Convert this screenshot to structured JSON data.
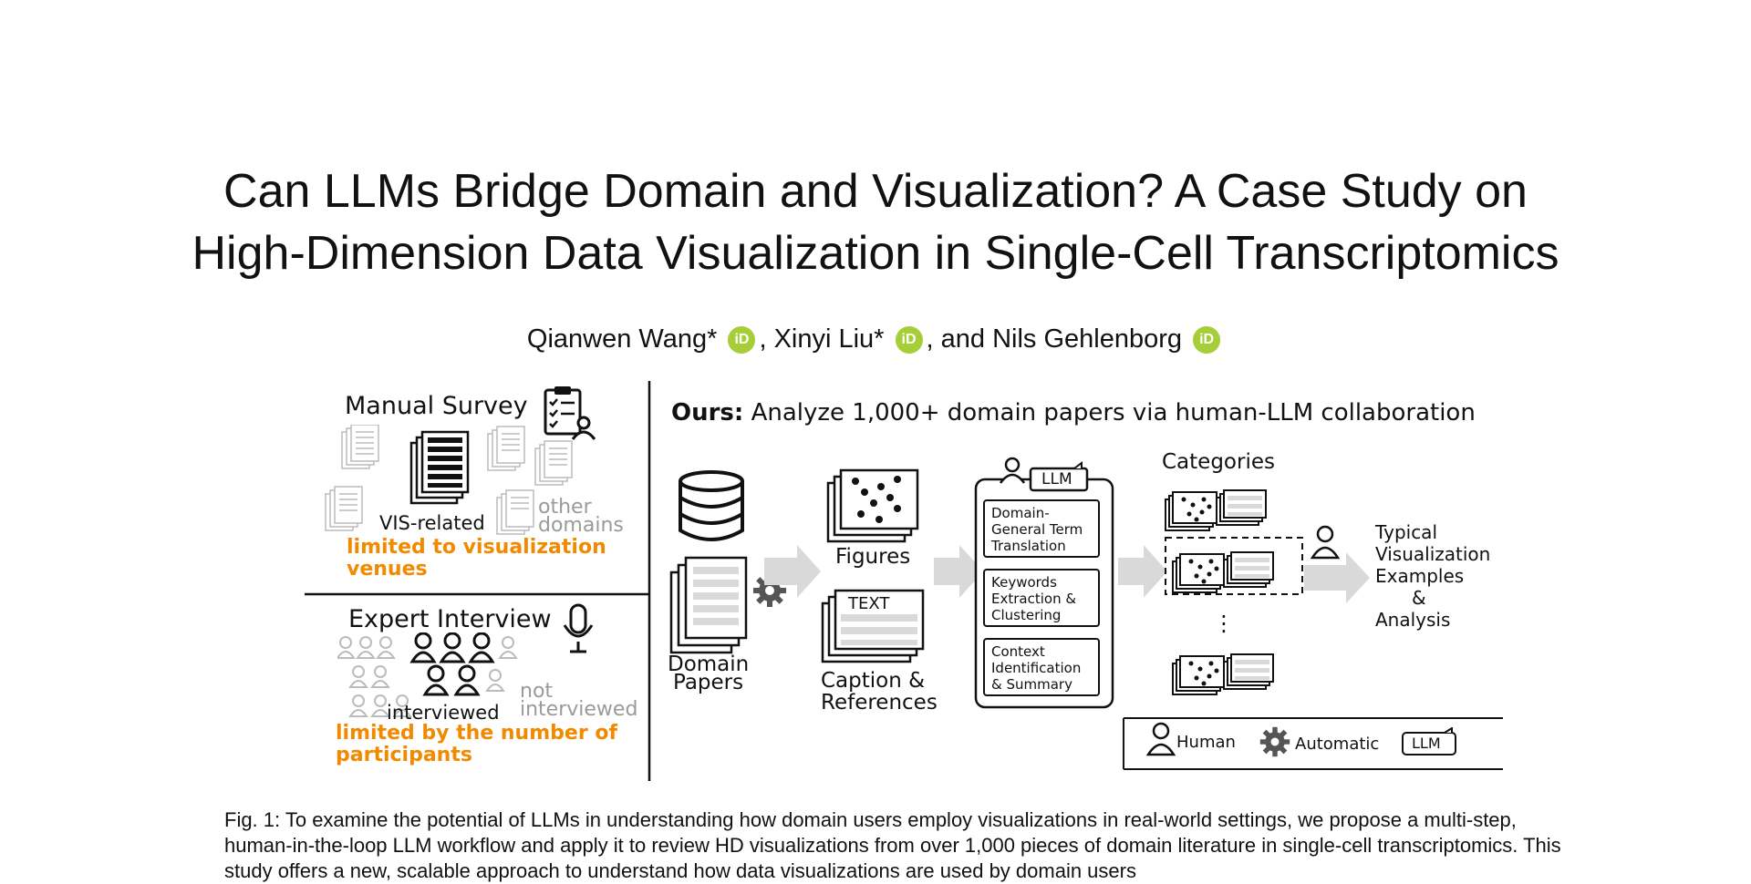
{
  "title_line1": "Can LLMs Bridge Domain and Visualization? A Case Study on",
  "title_line2": "High-Dimension Data Visualization in Single-Cell Transcriptomics",
  "authors": {
    "a1": "Qianwen Wang*",
    "a2": ", Xinyi Liu*",
    "a3": ", and Nils Gehlenborg",
    "orcid_glyph": "iD"
  },
  "figure": {
    "left": {
      "manual_survey": "Manual Survey",
      "vis_related": "VIS-related",
      "other_domains_1": "other",
      "other_domains_2": "domains",
      "limit1_l1": "limited to visualization",
      "limit1_l2": "venues",
      "expert_interview": "Expert Interview",
      "interviewed": "interviewed",
      "not_interviewed_1": "not",
      "not_interviewed_2": "interviewed",
      "limit2_l1": "limited by the number of",
      "limit2_l2": "participants"
    },
    "right": {
      "ours_bold": "Ours:",
      "ours_text": " Analyze 1,000+ domain papers via human-LLM collaboration",
      "domain_papers_1": "Domain",
      "domain_papers_2": "Papers",
      "figures": "Figures",
      "text_tag": "TEXT",
      "caption_refs_1": "Caption &",
      "caption_refs_2": "References",
      "llm_tag": "LLM",
      "step1": "Domain-\nGeneral Term\nTranslation",
      "step2": "Keywords\nExtraction &\nClustering",
      "step3": "Context\nIdentification\n& Summary",
      "categories": "Categories",
      "ellipsis": "⋮",
      "typical_1": "Typical",
      "typical_2": "Visualization",
      "typical_3": "Examples",
      "typical_4": "&",
      "typical_5": "Analysis",
      "legend_human": "Human",
      "legend_auto": "Automatic",
      "legend_llm": "LLM"
    },
    "colors": {
      "orange": "#f28a00",
      "gray": "#9a9a9a",
      "arrow": "#d9d9d9",
      "orcid": "#a6ce39"
    }
  },
  "caption": "Fig. 1: To examine the potential of LLMs in understanding how domain users employ visualizations in real-world settings, we propose a multi-step, human-in-the-loop LLM workflow and apply it to review HD visualizations from over 1,000 pieces of domain literature in single-cell transcriptomics. This study offers a new, scalable approach to understand how data visualizations are used by domain users"
}
